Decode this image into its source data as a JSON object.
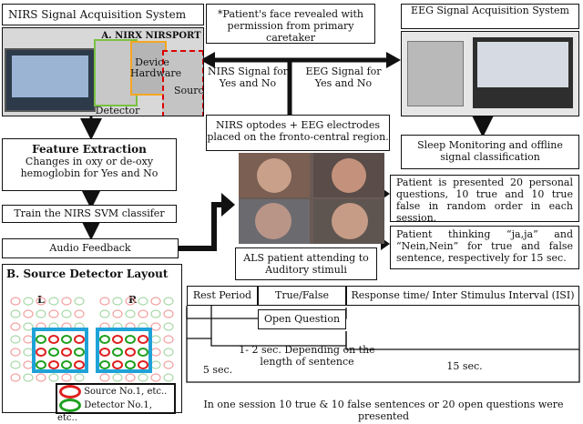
{
  "nirs_system": {
    "title": "NIRS Signal Acquisition System",
    "device_name": "A. NIRX NIRSPORT",
    "device_label": "Device Hardware",
    "source_label": "Source",
    "detector_label": "Detector"
  },
  "eeg_system": {
    "title": "EEG Signal Acquisition System"
  },
  "patient_note": "*Patient's face revealed with permission from primary caretaker",
  "nirs_signal_label": "NIRS Signal for Yes and No",
  "eeg_signal_label": "EEG Signal for Yes and No",
  "optodes_box": "NIRS optodes + EEG electrodes placed on the fronto-central region.",
  "sleep_box": "Sleep Monitoring and offline signal classification",
  "feature_extraction": {
    "title": "Feature Extraction",
    "text": "Changes in oxy or de-oxy hemoglobin for Yes and No"
  },
  "svm_box": "Train the NIRS SVM classifer",
  "audio_box": "Audio Feedback",
  "patient_questions": "Patient is presented 20 personal questions, 10 true and 10 true false in random order in each session.",
  "patient_thinking": "Patient thinking “ja,ja” and “Nein,Nein” for true and false sentence, respectively for 15 sec.",
  "als_box": "ALS patient attending to Auditory stimuli",
  "layout_panel": {
    "title": "B. Source Detector Layout",
    "left": "L",
    "right": "R",
    "legend_source": "Source No.1, etc..",
    "legend_detector": "Detector No.1, etc.."
  },
  "timeline": {
    "rest": "Rest Period",
    "truefalse": "True/False",
    "open": "Open Question",
    "response": "Response time/ Inter Stimulus Interval (ISI)",
    "rest_dur": "5 sec.",
    "tf_dur": "1- 2 sec. Depending on the length of sentence",
    "resp_dur": "15 sec.",
    "session": "In one session 10 true & 10 false sentences or 20 open questions were presented"
  },
  "colors": {
    "source": "#e02020",
    "detector": "#20a020",
    "highlight": "#1fa2d8"
  }
}
